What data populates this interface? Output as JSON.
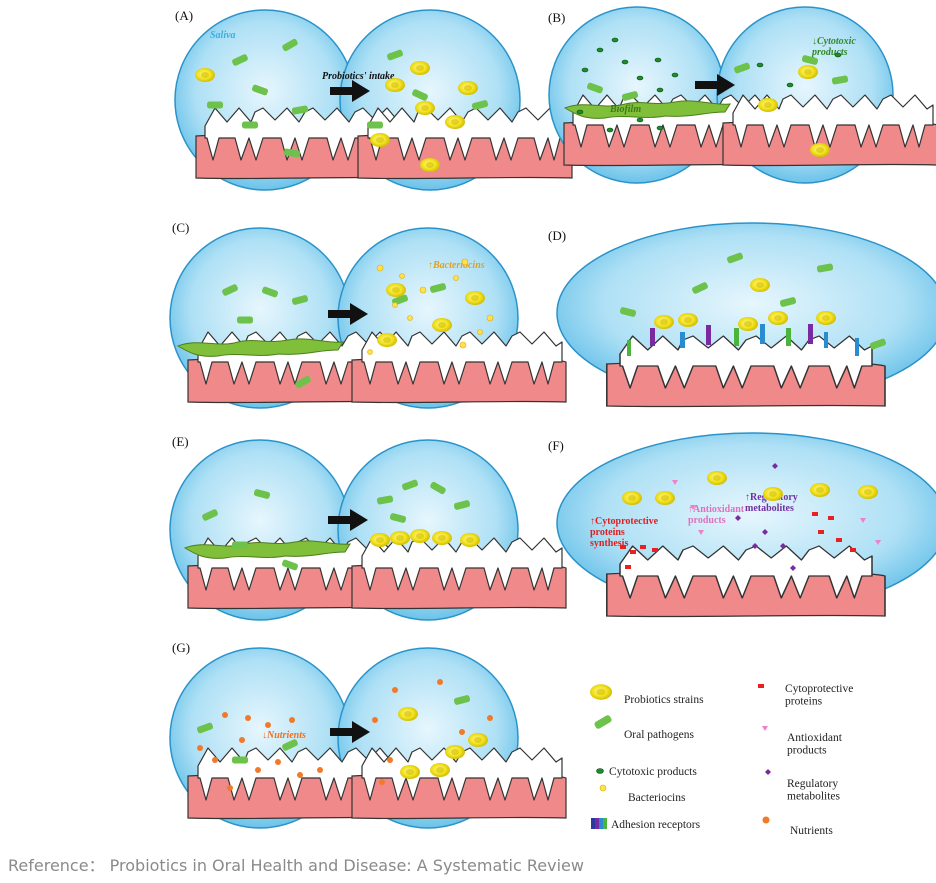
{
  "panels": {
    "a": {
      "label": "(A)",
      "annotations": {
        "saliva": "Saliva",
        "intake": "Probiotics' intake"
      }
    },
    "b": {
      "label": "(B)",
      "annotations": {
        "biofilm": "Biofilm",
        "cytotoxic": "↓Cytotoxic products"
      }
    },
    "c": {
      "label": "(C)",
      "annotations": {
        "bacteriocins": "↑Bacteriocins"
      }
    },
    "d": {
      "label": "(D)"
    },
    "e": {
      "label": "(E)"
    },
    "f": {
      "label": "(F)",
      "annotations": {
        "cytoprotective": "↑Cytoprotective proteins synthesis",
        "antioxidant": "↑Antioxidant products",
        "regulatory": "↑Regulatory metabolites"
      }
    },
    "g": {
      "label": "(G)",
      "annotations": {
        "nutrients": "↓Nutrients"
      }
    }
  },
  "legend": {
    "probiotics": "Probiotics strains",
    "pathogens": "Oral pathogens",
    "cytotoxic": "Cytotoxic products",
    "bacteriocins": "Bacteriocins",
    "adhesion": "Adhesion receptors",
    "cytoprotective": "Cytoprotective proteins",
    "antioxidant": "Antioxidant products",
    "regulatory": "Regulatory metabolites",
    "nutrients": "Nutrients"
  },
  "reference": "Reference： Probiotics in Oral Health and Disease: A Systematic Review",
  "colors": {
    "circle_fill": "#bfe8f7",
    "circle_edge": "#2a93c9",
    "gum": "#f08a8a",
    "tooth": "#ffffff",
    "pathogen": "#6cc24a",
    "probiotic": "#f0e020",
    "biofilm": "#7fbf3a",
    "arrow": "#111111"
  }
}
